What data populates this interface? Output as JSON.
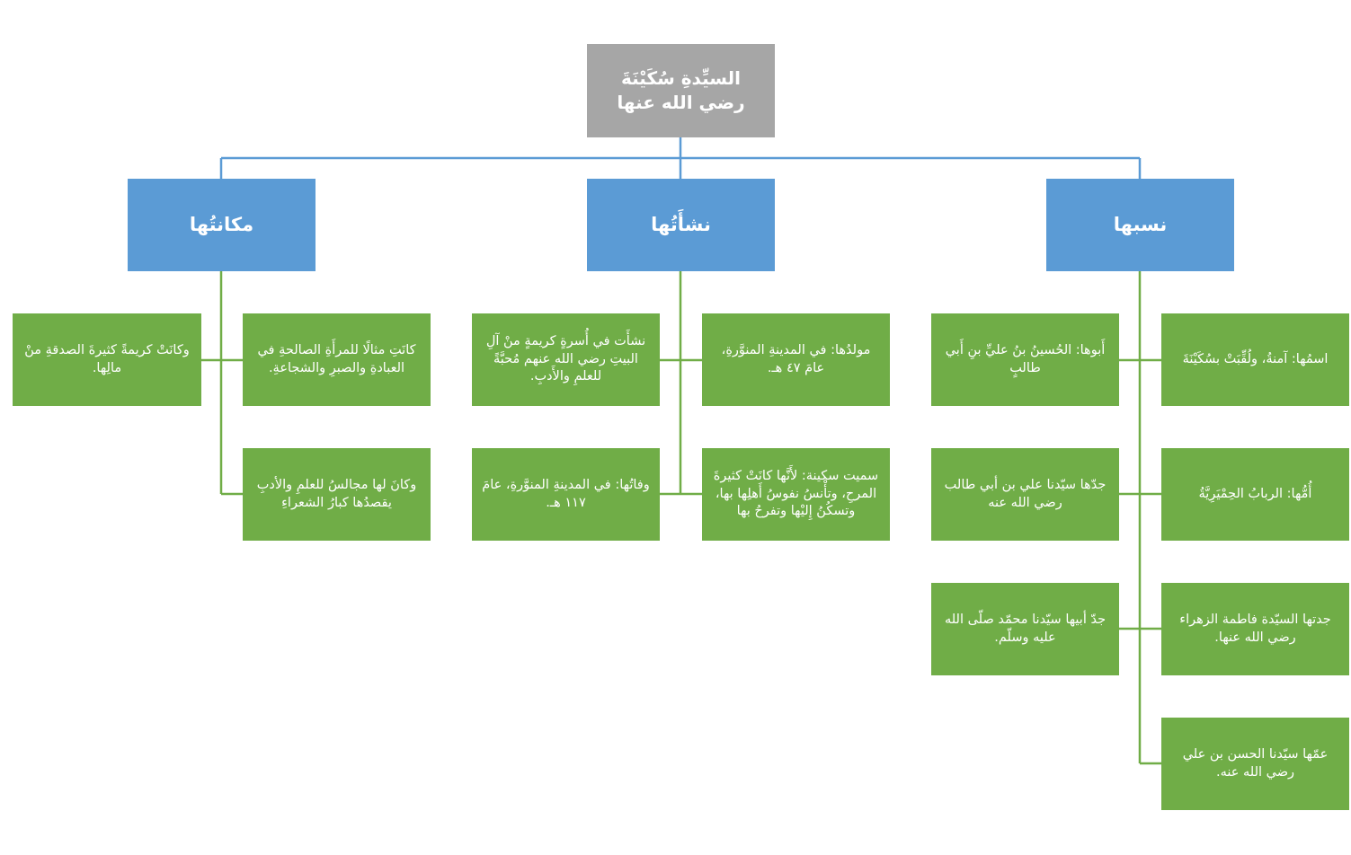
{
  "root": {
    "label": "السيِّدةِ سُكَيْنَةَ رضي الله عنها"
  },
  "branches": {
    "nasab": {
      "label": "نسبها",
      "items": [
        "اسمُها: آمنةُ، ولُقِّبَتْ بسُكَيْنَةَ",
        "أَبوها: الحُسينُ بنُ عليِّ بنِ أَبي طالبٍ",
        "أُمُّها: الربابُ الحِمْيَرِيَّةُ",
        "جدّها سيّدنا علي بن أبي طالب رضي الله عنه",
        "جدتها السيّدة فاطمة الزهراء رضي الله عنها.",
        "جدّ أبيها سيّدنا محمّد صلّى الله عليه وسلّم.",
        "عمّها سيّدنا الحسن بن علي رضي الله عنه."
      ]
    },
    "nashaa": {
      "label": "نشأَتُها",
      "items": [
        "مولدُها: في المدينةِ المنوَّرةِ، عامَ ٤٧ هـ.",
        "نشأَت في أُسرةٍ كريمةٍ منْ آلِ البيتِ رضي الله عنهم مُحبَّةً للعلمِ والأَدبِ.",
        "سميت سكينة: لأَنَّها كانَتْ كثيرةَ المرحِ، وتأْنسُ نفوسُ أَهلِها بها، وتسكُنُ إِليْها وتفرحُ بها",
        "وفاتُها: في المدينةِ المنوَّرةِ، عامَ ١١٧ هـ."
      ]
    },
    "makana": {
      "label": "مكانتُها",
      "items": [
        "كانَتِ مثالًا للمرأَةِ الصالحةِ في العبادةِ والصبرِ والشجاعةِ.",
        "وكانَتْ كريمةً كثيرةَ الصدقةِ منْ مالِها.",
        "وكانَ لها مجالسُ للعلمِ والأدبِ يقصدُها كبارُ الشعراءِ"
      ]
    }
  },
  "colors": {
    "root": "#a6a6a6",
    "branch": "#5b9bd5",
    "leaf": "#70ad47",
    "top_connector": "#5b9bd5",
    "leaf_connector": "#70ad47"
  }
}
